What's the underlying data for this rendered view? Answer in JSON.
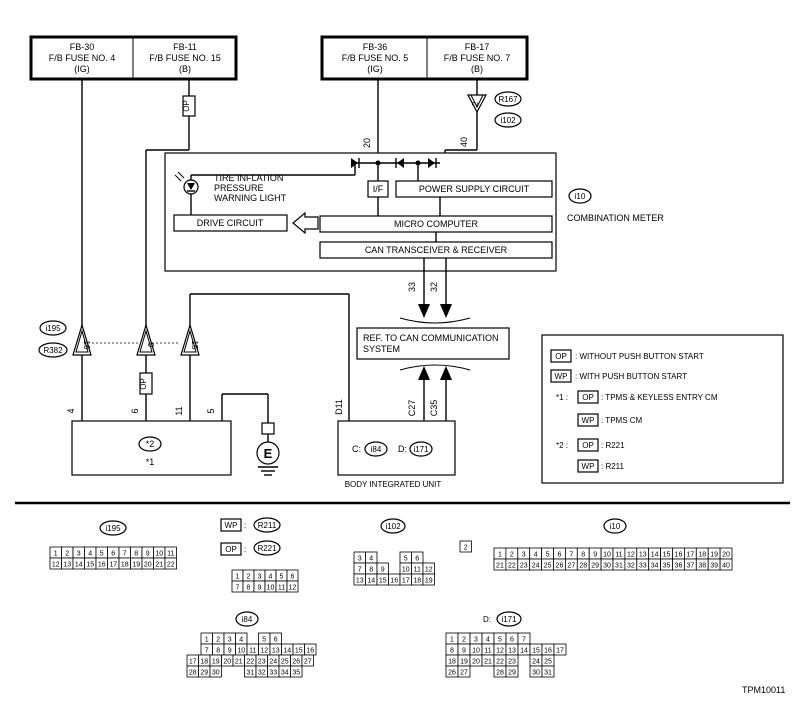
{
  "fuses": [
    {
      "l1": "FB-30",
      "l2": "F/B FUSE NO. 4",
      "l3": "(IG)"
    },
    {
      "l1": "FB-11",
      "l2": "F/B FUSE NO. 15",
      "l3": "(B)"
    },
    {
      "l1": "FB-36",
      "l2": "F/B FUSE NO. 5",
      "l3": "(IG)"
    },
    {
      "l1": "FB-17",
      "l2": "F/B FUSE NO. 7",
      "l3": "(B)"
    }
  ],
  "meter": {
    "id": "i10",
    "name": "COMBINATION METER",
    "lamp_l1": "TIRE INFLATION",
    "lamp_l2": "PRESSURE",
    "lamp_l3": "WARNING LIGHT",
    "drive": "DRIVE CIRCUIT",
    "if": "I/F",
    "power": "POWER SUPPLY CIRCUIT",
    "micro": "MICRO COMPUTER",
    "can": "CAN TRANSCEIVER & RECEIVER"
  },
  "connectors": {
    "r167": "R167",
    "i102": "i102",
    "i195": "i195",
    "r382": "R382"
  },
  "pins": {
    "p20": "20",
    "p40": "40",
    "p33": "33",
    "p32": "32",
    "p4": "4",
    "p6": "6",
    "p11": "11",
    "p5": "5",
    "d11": "D11",
    "c27": "C27",
    "c35": "C35",
    "t16": "16",
    "t9": "9",
    "t15": "15",
    "t2": "2"
  },
  "op": "OP",
  "wp": "WP",
  "ref": {
    "l1": "REF. TO CAN COMMUNICATION",
    "l2": "SYSTEM"
  },
  "unit1": {
    "mark": "*2",
    "sub": "*1"
  },
  "body_unit": {
    "c_label": "C:",
    "c_conn": "i84",
    "d_label": "D:",
    "d_conn": "i171",
    "name": "BODY INTEGRATED UNIT"
  },
  "ground": "E",
  "legend": {
    "op_text": ": WITHOUT PUSH BUTTON START",
    "wp_text": ": WITH PUSH BUTTON START",
    "star1": "*1 :",
    "star1_op": ": TPMS & KEYLESS ENTRY CM",
    "star1_wp": ": TPMS CM",
    "star2": "*2 :",
    "star2_op": ": R221",
    "star2_wp": ": R211"
  },
  "bottom": {
    "c_i195": "i195",
    "c_r211": "R211",
    "c_r221": "R221",
    "c_i102": "i102",
    "c_i10": "i10",
    "c_i84": "i84",
    "c_i171_prefix": "D:",
    "c_i171": "i171",
    "colon": ":",
    "code": "TPM10011"
  },
  "grids": {
    "i195": [
      [
        "1",
        "2",
        "3",
        "4",
        "5",
        "6",
        "7",
        "8",
        "9",
        "10",
        "11"
      ],
      [
        "12",
        "13",
        "14",
        "15",
        "16",
        "17",
        "18",
        "19",
        "20",
        "21",
        "22"
      ]
    ],
    "r2": [
      [
        "1",
        "2",
        "3",
        "4",
        "5",
        "6"
      ],
      [
        "7",
        "8",
        "9",
        "10",
        "11",
        "12"
      ]
    ],
    "i102": [
      [
        "",
        "",
        "",
        "",
        "2"
      ],
      [
        "3",
        "4",
        "",
        "",
        "5",
        "6"
      ],
      [
        "7",
        "8",
        "9",
        "",
        "10",
        "11",
        "12"
      ],
      [
        "13",
        "14",
        "15",
        "16",
        "17",
        "18",
        "19"
      ]
    ],
    "i10": [
      [
        "1",
        "2",
        "3",
        "4",
        "5",
        "6",
        "7",
        "8",
        "9",
        "10",
        "11",
        "12",
        "13",
        "14",
        "15",
        "16",
        "17",
        "18",
        "19",
        "20"
      ],
      [
        "21",
        "22",
        "23",
        "24",
        "25",
        "26",
        "27",
        "28",
        "29",
        "30",
        "31",
        "32",
        "33",
        "34",
        "35",
        "36",
        "37",
        "38",
        "39",
        "40"
      ]
    ],
    "i84": [
      [
        "1",
        "2",
        "3",
        "4",
        "",
        "5",
        "6"
      ],
      [
        "7",
        "8",
        "9",
        "10",
        "11",
        "12",
        "13",
        "14",
        "15",
        "16"
      ],
      [
        "17",
        "18",
        "19",
        "20",
        "21",
        "22",
        "23",
        "24",
        "25",
        "26",
        "27"
      ],
      [
        "28",
        "29",
        "30",
        "",
        "",
        "31",
        "32",
        "33",
        "34",
        "35"
      ]
    ],
    "i171": [
      [
        "1",
        "2",
        "3",
        "4",
        "5",
        "6",
        "7"
      ],
      [
        "8",
        "9",
        "10",
        "11",
        "12",
        "13",
        "14",
        "15",
        "16",
        "17"
      ],
      [
        "18",
        "19",
        "20",
        "21",
        "22",
        "23",
        "",
        "24",
        "25"
      ],
      [
        "26",
        "27",
        "",
        "",
        "28",
        "29",
        "",
        "30",
        "31"
      ]
    ]
  }
}
